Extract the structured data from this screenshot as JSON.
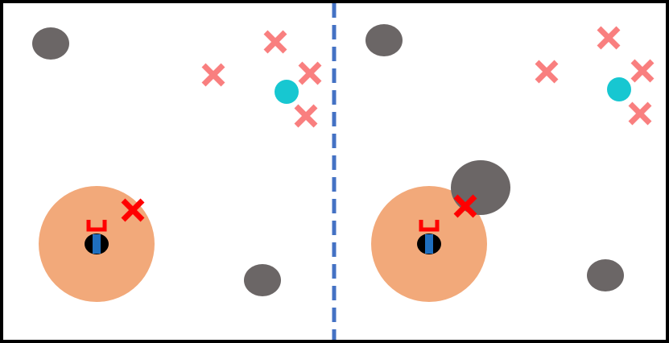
{
  "colors": {
    "frame": "#000000",
    "background": "#ffffff",
    "divider": "#4472c4",
    "obstacle": "#6b6666",
    "goal": "#17c7d1",
    "candidate_marker": "#f97f7f",
    "selected_marker": "#ff0000",
    "sensing_region": "#f2a97a",
    "robot_body": "#000000",
    "robot_stripe": "#1f6fbf",
    "gripper": "#ff0000"
  },
  "icons": {
    "obstacle": "gray-circle",
    "goal": "cyan-circle",
    "candidate_marker": "x-mark",
    "selected_marker": "x-mark",
    "robot": "robot-with-gripper"
  },
  "panels": [
    {
      "name": "left",
      "obstacle_count": 2,
      "candidate_marker_count": 4,
      "selected_marker_count": 1,
      "goal_count": 1,
      "robot_count": 1
    },
    {
      "name": "right",
      "obstacle_count": 3,
      "candidate_marker_count": 4,
      "selected_marker_count": 1,
      "goal_count": 1,
      "robot_count": 1
    }
  ]
}
